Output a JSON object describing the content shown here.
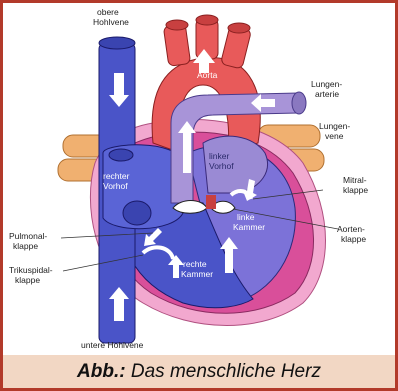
{
  "labels": {
    "superior_vena_cava": [
      "obere",
      "Hohlvene"
    ],
    "aorta": "Aorta",
    "pulmonary_artery": [
      "Lungen-",
      "arterie"
    ],
    "pulmonary_vein": [
      "Lungen-",
      "vene"
    ],
    "left_atrium": [
      "linker",
      "Vorhof"
    ],
    "right_atrium": [
      "rechter",
      "Vorhof"
    ],
    "mitral_valve": [
      "Mitral-",
      "klappe"
    ],
    "aortic_valve": [
      "Aorten-",
      "klappe"
    ],
    "left_ventricle": [
      "linke",
      "Kammer"
    ],
    "pulmonary_valve": [
      "Pulmonal-",
      "klappe"
    ],
    "right_ventricle": [
      "rechte",
      "Kammer"
    ],
    "tricuspid_valve": [
      "Trikuspidal-",
      "klappe"
    ],
    "inferior_vena_cava": "untere Hohlvene"
  },
  "caption": {
    "prefix": "Abb.:",
    "text": " Das menschliche Herz"
  },
  "colors": {
    "border": "#b23a2a",
    "caption_bg": "#f2d7c4",
    "vena_cava": "#4a54c8",
    "aorta": "#e85a5a",
    "pulmonary_artery": "#a894d8",
    "pulmonary_vein": "#f0b070",
    "myocardium": "#d94f9a",
    "pericardium": "#f2a8cf"
  }
}
